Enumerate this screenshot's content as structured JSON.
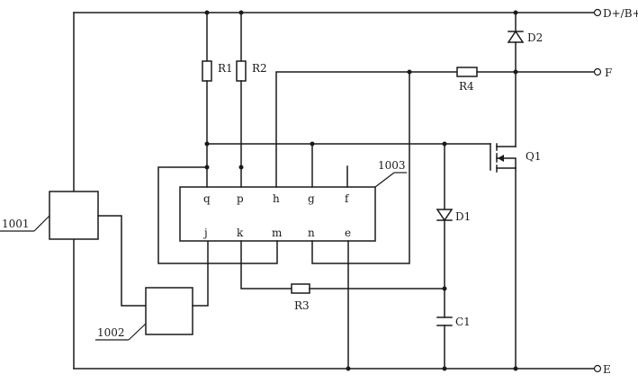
{
  "terminals": {
    "dplus": "D+/B+",
    "f": "F",
    "e": "E"
  },
  "components": {
    "r1": "R1",
    "r2": "R2",
    "r3": "R3",
    "r4": "R4",
    "d1": "D1",
    "d2": "D2",
    "c1": "C1",
    "q1": "Q1"
  },
  "blocks": {
    "b1001": "1001",
    "b1002": "1002",
    "b1003": "1003"
  },
  "pins": {
    "q": "q",
    "p": "p",
    "h": "h",
    "g": "g",
    "f": "f",
    "j": "j",
    "k": "k",
    "m": "m",
    "n": "n",
    "e": "e"
  }
}
